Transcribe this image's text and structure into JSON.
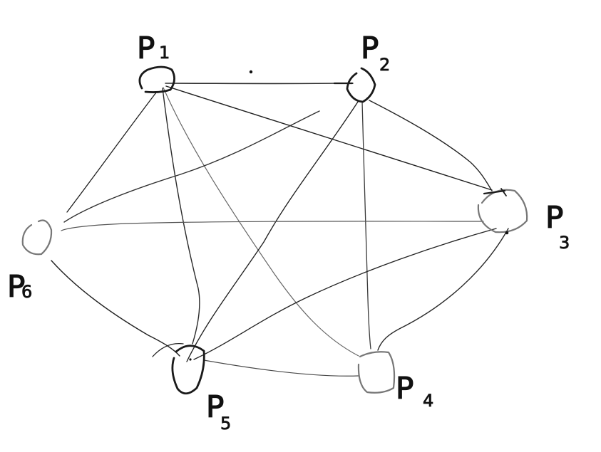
{
  "diagram": {
    "kind": "complete-graph",
    "nodes": [
      {
        "id": "p1",
        "label": "P",
        "subscript": "1"
      },
      {
        "id": "p2",
        "label": "P",
        "subscript": "2"
      },
      {
        "id": "p3",
        "label": "P",
        "subscript": "3"
      },
      {
        "id": "p4",
        "label": "P",
        "subscript": "4"
      },
      {
        "id": "p5",
        "label": "P",
        "subscript": "5"
      },
      {
        "id": "p6",
        "label": "P",
        "subscript": "6"
      }
    ],
    "edges": [
      [
        "p1",
        "p2"
      ],
      [
        "p1",
        "p3"
      ],
      [
        "p1",
        "p4"
      ],
      [
        "p1",
        "p5"
      ],
      [
        "p1",
        "p6"
      ],
      [
        "p2",
        "p3"
      ],
      [
        "p2",
        "p4"
      ],
      [
        "p2",
        "p5"
      ],
      [
        "p2",
        "p6"
      ],
      [
        "p3",
        "p4"
      ],
      [
        "p3",
        "p5"
      ],
      [
        "p3",
        "p6"
      ],
      [
        "p4",
        "p5"
      ],
      [
        "p5",
        "p6"
      ]
    ],
    "colors": {
      "ink": "#111111",
      "soft_ink": "#555555",
      "node_stroke": "#333333",
      "background": "#ffffff"
    }
  }
}
